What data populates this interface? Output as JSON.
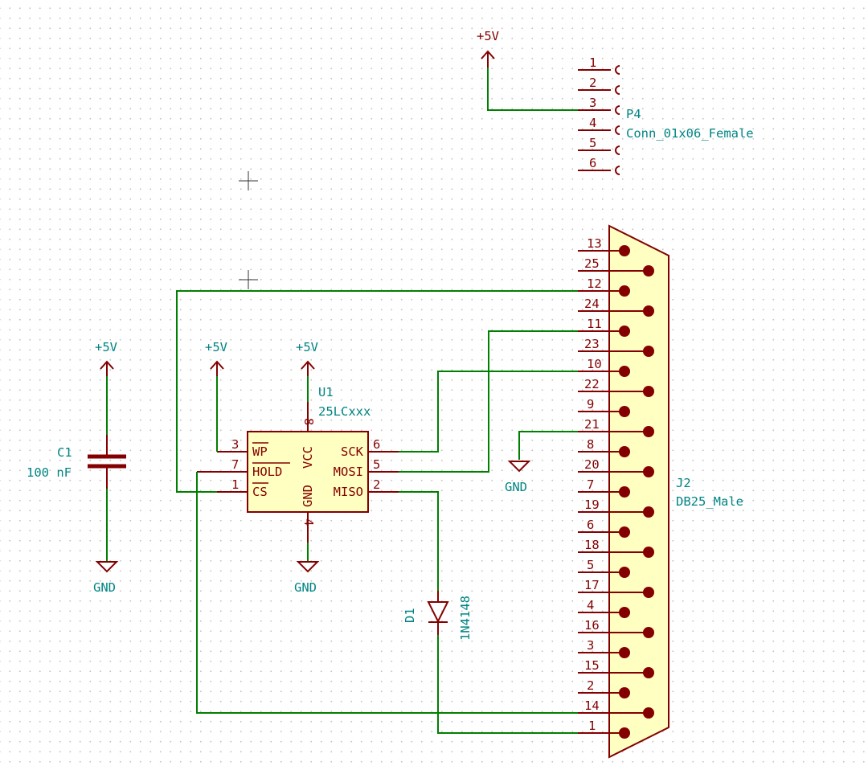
{
  "power": {
    "vcc_label": "+5V",
    "gnd_label": "GND"
  },
  "u1": {
    "ref": "U1",
    "value": "25LCxxx",
    "pins": [
      {
        "num": "3",
        "name": "WP"
      },
      {
        "num": "7",
        "name": "HOLD"
      },
      {
        "num": "1",
        "name": "CS"
      },
      {
        "num": "6",
        "name": "SCK"
      },
      {
        "num": "5",
        "name": "MOSI"
      },
      {
        "num": "2",
        "name": "MISO"
      },
      {
        "num": "8",
        "name": "VCC"
      },
      {
        "num": "4",
        "name": "GND"
      }
    ]
  },
  "c1": {
    "ref": "C1",
    "value": "100 nF"
  },
  "d1": {
    "ref": "D1",
    "value": "1N4148"
  },
  "p4": {
    "ref": "P4",
    "value": "Conn_01x06_Female",
    "pins": [
      "1",
      "2",
      "3",
      "4",
      "5",
      "6"
    ]
  },
  "j2": {
    "ref": "J2",
    "value": "DB25_Male",
    "pins_left": [
      "13",
      "12",
      "11",
      "10",
      "9",
      "8",
      "7",
      "6",
      "5",
      "4",
      "3",
      "2",
      "1"
    ],
    "pins_right": [
      "25",
      "24",
      "23",
      "22",
      "21",
      "20",
      "19",
      "18",
      "17",
      "16",
      "15",
      "14"
    ]
  },
  "colors": {
    "wire": "#008000",
    "device": "#840000",
    "body_fill": "#ffffc2",
    "label": "#008484"
  }
}
